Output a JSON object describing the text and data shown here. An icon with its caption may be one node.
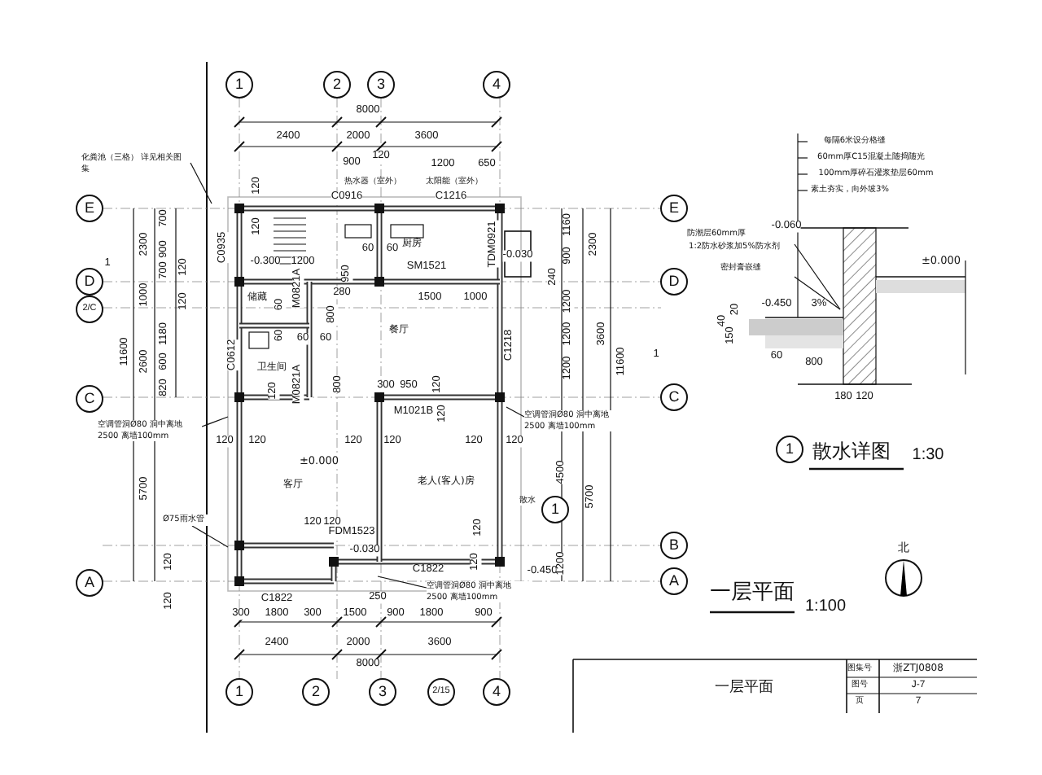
{
  "diagram": {
    "nodes": [
      {
        "text": [
          "化粪池（三格） 详见相关图集"
        ]
      },
      {
        "text": [
          "空调管洞Ø80 洞中离地2500 离墙100mm"
        ]
      },
      {
        "text": [
          "空调管洞Ø80 洞中离地2500 离墙100mm"
        ]
      },
      {
        "text": [
          "Ø75雨水管"
        ]
      },
      {
        "text": [
          "空调管洞Ø80 洞中离地2500 离墙100mm"
        ]
      }
    ],
    "edges": [
      {
        "from": 0,
        "to": null,
        "arrow": "none"
      },
      {
        "from": 1,
        "to": null,
        "arrow": "none"
      },
      {
        "from": 2,
        "to": null,
        "arrow": "none"
      },
      {
        "from": 3,
        "to": null,
        "arrow": "none"
      },
      {
        "from": 4,
        "to": null,
        "arrow": "none"
      }
    ],
    "labels": [
      "1",
      "2",
      "3",
      "4",
      "8000",
      "2400",
      "2000",
      "3600",
      "900",
      "120",
      "1200",
      "650",
      "热水器（室外）",
      "太阳能（室外）",
      "C0916",
      "C1216",
      "120",
      "120",
      "C0935",
      "-0.300",
      "1200",
      "厨房",
      "SM1521",
      "TDM0921",
      "-0.030",
      "60",
      "60",
      "储藏",
      "60",
      "60",
      "60",
      "60",
      "M0821A",
      "280",
      "800",
      "950",
      "1500",
      "1000",
      "餐厅",
      "C1218",
      "卫生间",
      "C0612",
      "M0821A",
      "120",
      "800",
      "300",
      "950",
      "120",
      "M1021B",
      "120",
      "120",
      "120",
      "±0.000",
      "客厅",
      "120",
      "120",
      "120",
      "120",
      "老人(客人)房",
      "散水",
      "1",
      "120",
      "120",
      "FDM1523",
      "-0.030",
      "120",
      "120",
      "C1822",
      "C1822",
      "-0.450",
      "120",
      "120",
      "300",
      "1800",
      "300",
      "250",
      "1500",
      "900",
      "1800",
      "900",
      "2400",
      "2000",
      "3600",
      "8000",
      "1",
      "2",
      "3",
      "2/15",
      "4",
      "700",
      "900",
      "700",
      "2300",
      "120",
      "1000",
      "120",
      "1180",
      "600",
      "820",
      "11600",
      "2600",
      "5700",
      "E",
      "D",
      "2/C",
      "C",
      "A",
      "1",
      "1160",
      "900",
      "240",
      "2300",
      "1200",
      "1200",
      "1200",
      "3600",
      "11600",
      "4500",
      "5700",
      "1200",
      "1",
      "E",
      "D",
      "C",
      "B",
      "A",
      "每隔6米设分格缝",
      "60mm厚C15混凝土随捣随光",
      "100mm厚碎石灌浆垫层60mm",
      "素土夯实，向外坡3%",
      "-0.060",
      "防潮层60mm厚",
      "1:2防水砂浆加5%防水剂",
      "密封膏嵌缝",
      "±0.000",
      "-0.450",
      "3%",
      "40",
      "150",
      "20",
      "60",
      "800",
      "180",
      "120",
      "1",
      "散水详图",
      "1:30",
      "北",
      "一层平面",
      "1:100",
      "一层平面",
      "图集号",
      "浙ZTJ0808",
      "图号",
      "J-7",
      "页",
      "7"
    ]
  }
}
